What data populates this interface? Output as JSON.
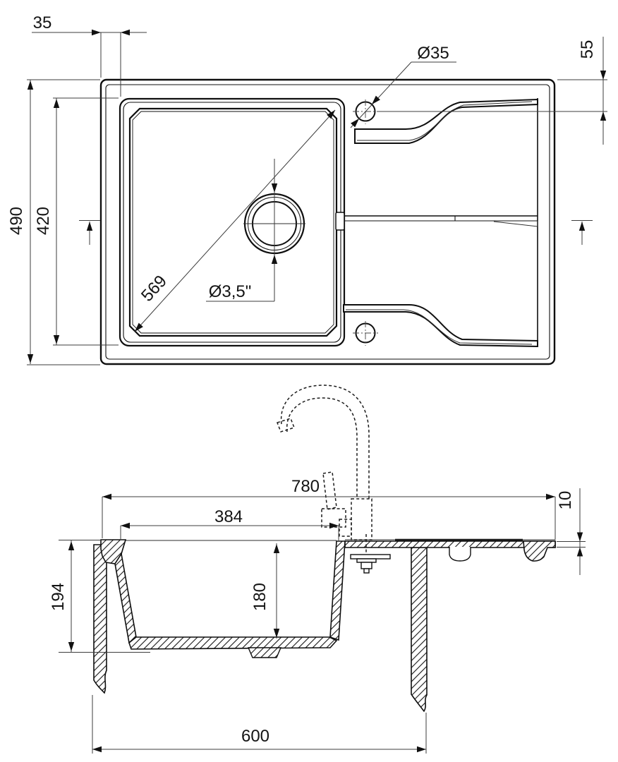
{
  "dims": {
    "plan": {
      "rim_offset": "35",
      "tap_hole_diameter": "Ø35",
      "tap_hole_edge_offset": "55",
      "overall_depth": "490",
      "bowl_outer_depth": "420",
      "bowl_diagonal": "569",
      "drain_diameter": "Ø3,5\""
    },
    "section": {
      "overall_length": "780",
      "bowl_inner_length": "384",
      "rim_thickness": "10",
      "overall_height": "194",
      "bowl_inner_depth": "180",
      "cabinet_width": "600"
    }
  }
}
